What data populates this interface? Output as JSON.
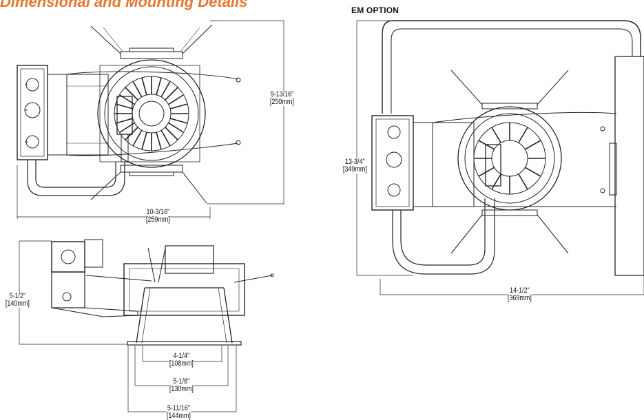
{
  "header": {
    "title": "Dimensional and Mounting Details",
    "em_option_label": "EM OPTION"
  },
  "dimensions": {
    "top_height": {
      "imperial": "9-13/16\"",
      "metric": "[250mm]"
    },
    "top_width": {
      "imperial": "10-3/16\"",
      "metric": "[259mm]"
    },
    "side_height": {
      "imperial": "5-1/2\"",
      "metric": "[140mm]"
    },
    "aperture_1": {
      "imperial": "4-1/4\"",
      "metric": "[108mm]"
    },
    "aperture_2": {
      "imperial": "5-1/8\"",
      "metric": "[130mm]"
    },
    "aperture_3": {
      "imperial": "5-11/16\"",
      "metric": "[144mm]"
    },
    "em_height": {
      "imperial": "13-3/4\"",
      "metric": "[349mm]"
    },
    "em_width": {
      "imperial": "14-1/2\"",
      "metric": "[369mm]"
    }
  },
  "colors": {
    "title": "#e8762d",
    "line": "#222222"
  }
}
